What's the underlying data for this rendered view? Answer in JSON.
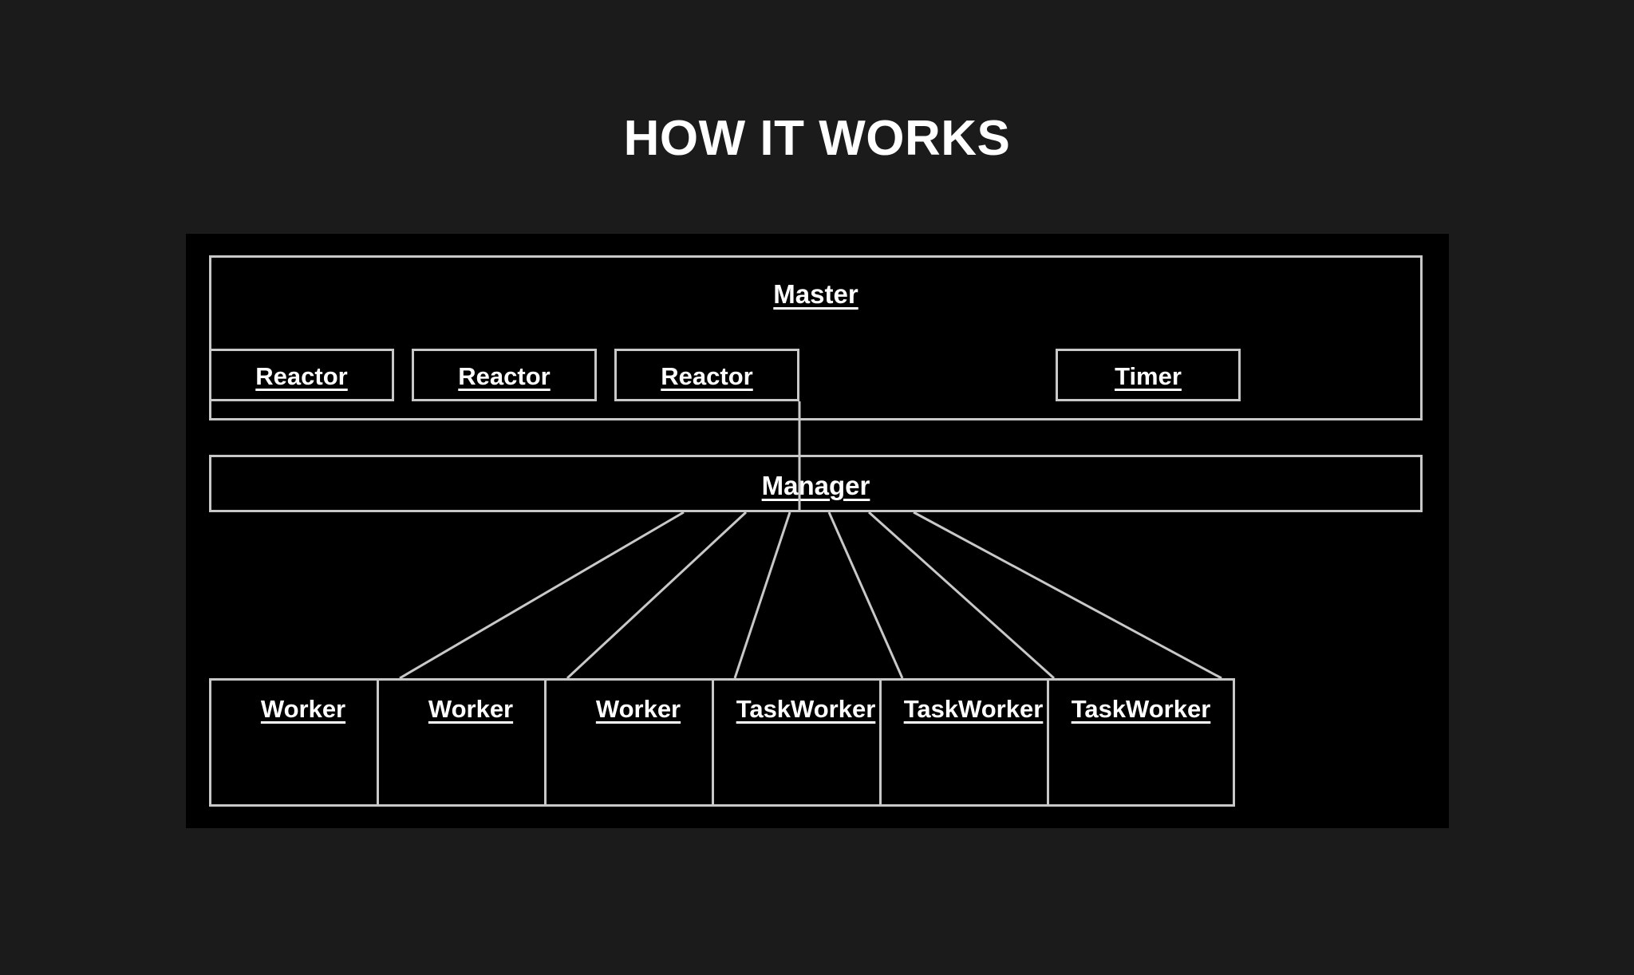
{
  "page": {
    "title": "HOW IT WORKS",
    "background_color": "#1b1b1b",
    "panel_color": "#000000",
    "border_color": "#c8c8c8",
    "text_color": "#ffffff"
  },
  "diagram": {
    "type": "architecture-hierarchy",
    "master": {
      "label": "Master",
      "children": [
        {
          "label": "Reactor"
        },
        {
          "label": "Reactor"
        },
        {
          "label": "Reactor"
        },
        {
          "label": "Timer"
        }
      ]
    },
    "manager": {
      "label": "Manager"
    },
    "workers": [
      {
        "label": "Worker"
      },
      {
        "label": "Worker"
      },
      {
        "label": "Worker"
      },
      {
        "label": "TaskWorker"
      },
      {
        "label": "TaskWorker"
      },
      {
        "label": "TaskWorker"
      }
    ],
    "connections": {
      "master_to_manager": 1,
      "manager_to_workers": 6
    }
  }
}
